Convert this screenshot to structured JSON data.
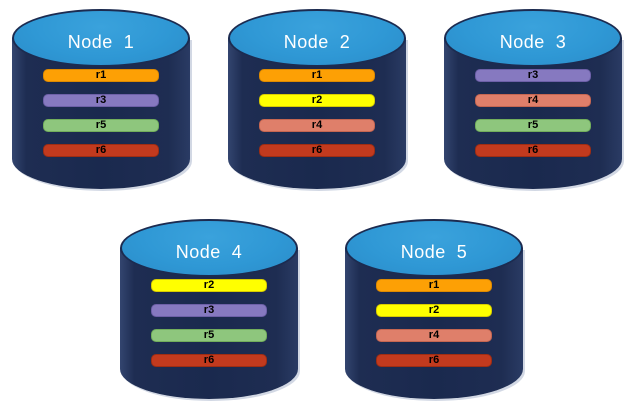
{
  "diagram": {
    "description": "Five database nodes with replicated partitions",
    "colors": {
      "cylinder_body": "#1C2B50",
      "cylinder_top_fill": "#2F98D5",
      "cylinder_top_stroke": "#1C2B50",
      "cylinder_highlight": "#AEB9CE",
      "title_text": "#FFFFFF",
      "bar_text": "#000000"
    },
    "replica_colors": {
      "r1": {
        "fill": "#FDA005",
        "border": "#DE8A00"
      },
      "r2": {
        "fill": "#FFFF00",
        "border": "#D8CC00"
      },
      "r3": {
        "fill": "#8679C0",
        "border": "#6D60A8"
      },
      "r4": {
        "fill": "#DF7F6A",
        "border": "#C56651"
      },
      "r5": {
        "fill": "#8EC67D",
        "border": "#72AE5C"
      },
      "r6": {
        "fill": "#C23A1E",
        "border": "#9F2D13"
      }
    },
    "nodes": [
      {
        "label": "Node  1",
        "replicas": [
          "r1",
          "r3",
          "r5",
          "r6"
        ]
      },
      {
        "label": "Node  2",
        "replicas": [
          "r1",
          "r2",
          "r4",
          "r6"
        ]
      },
      {
        "label": "Node  3",
        "replicas": [
          "r3",
          "r4",
          "r5",
          "r6"
        ]
      },
      {
        "label": "Node  4",
        "replicas": [
          "r2",
          "r3",
          "r5",
          "r6"
        ]
      },
      {
        "label": "Node  5",
        "replicas": [
          "r1",
          "r2",
          "r4",
          "r6"
        ]
      }
    ]
  }
}
